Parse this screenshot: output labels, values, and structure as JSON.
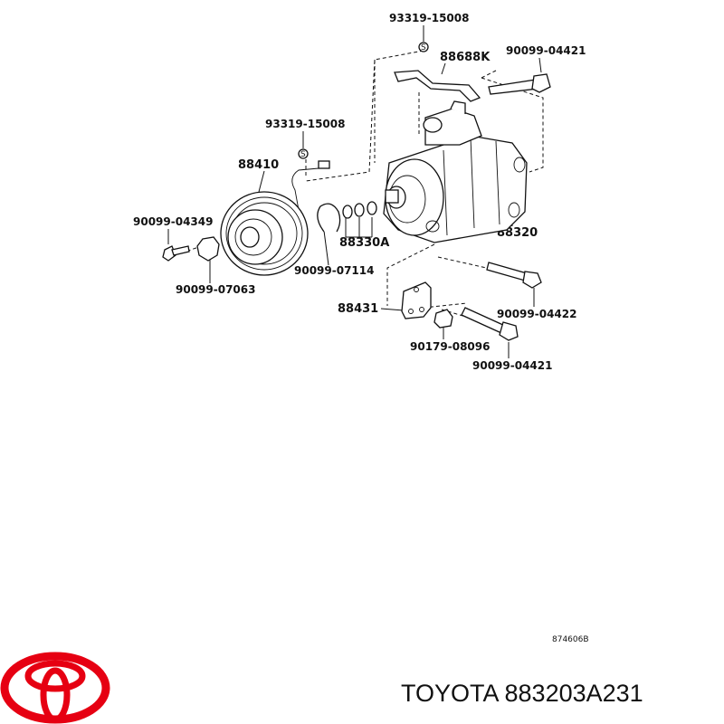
{
  "diagram": {
    "labels": {
      "p93319_top": "93319-15008",
      "p88688k": "88688K",
      "p90099_04421_top": "90099-04421",
      "p93319_mid": "93319-15008",
      "p88410": "88410",
      "p90099_04349": "90099-04349",
      "p88330a": "88330A",
      "p88320": "88320",
      "p90099_07114": "90099-07114",
      "p90099_07063": "90099-07063",
      "p88431": "88431",
      "p90099_04422": "90099-04422",
      "p90179_08096": "90179-08096",
      "p90099_04421_bot": "90099-04421"
    },
    "drawing_code": "874606B"
  },
  "footer": {
    "brand_text": "TOYOTA 883203A231",
    "logo_color": "#e60012"
  }
}
